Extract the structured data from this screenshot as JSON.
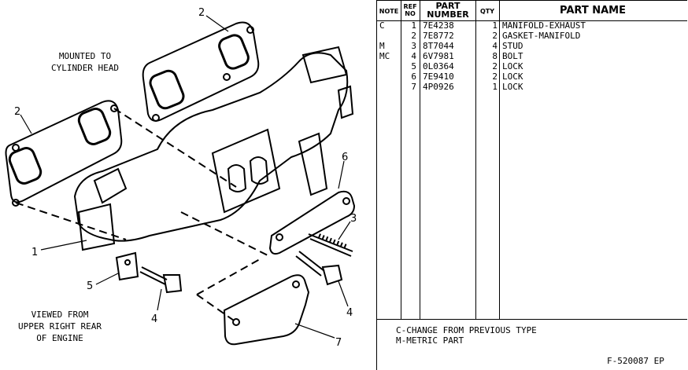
{
  "diagram": {
    "caption_top": [
      "MOUNTED TO",
      "CYLINDER HEAD"
    ],
    "caption_bottom": [
      "VIEWED FROM",
      "UPPER RIGHT REAR",
      "OF ENGINE"
    ],
    "callouts": [
      "2",
      "2",
      "1",
      "5",
      "4",
      "6",
      "3",
      "4",
      "7"
    ]
  },
  "table": {
    "headers": {
      "note": "NOTE",
      "ref": "REF NO",
      "part": "PART NUMBER",
      "qty": "QTY",
      "name": "PART NAME"
    },
    "rows": [
      {
        "note": "C",
        "ref": "1",
        "part": "7E4238",
        "qty": "1",
        "name": "MANIFOLD-EXHAUST"
      },
      {
        "note": "",
        "ref": "2",
        "part": "7E8772",
        "qty": "2",
        "name": "GASKET-MANIFOLD"
      },
      {
        "note": "M",
        "ref": "3",
        "part": "8T7044",
        "qty": "4",
        "name": "STUD"
      },
      {
        "note": "MC",
        "ref": "4",
        "part": "6V7981",
        "qty": "8",
        "name": "BOLT"
      },
      {
        "note": "",
        "ref": "5",
        "part": "0L0364",
        "qty": "2",
        "name": "LOCK"
      },
      {
        "note": "",
        "ref": "6",
        "part": "7E9410",
        "qty": "2",
        "name": "LOCK"
      },
      {
        "note": "",
        "ref": "7",
        "part": "4P0926",
        "qty": "1",
        "name": "LOCK"
      }
    ],
    "notes": [
      "C-CHANGE FROM PREVIOUS TYPE",
      "M-METRIC PART"
    ],
    "figure_id": "F-520087 EP"
  }
}
